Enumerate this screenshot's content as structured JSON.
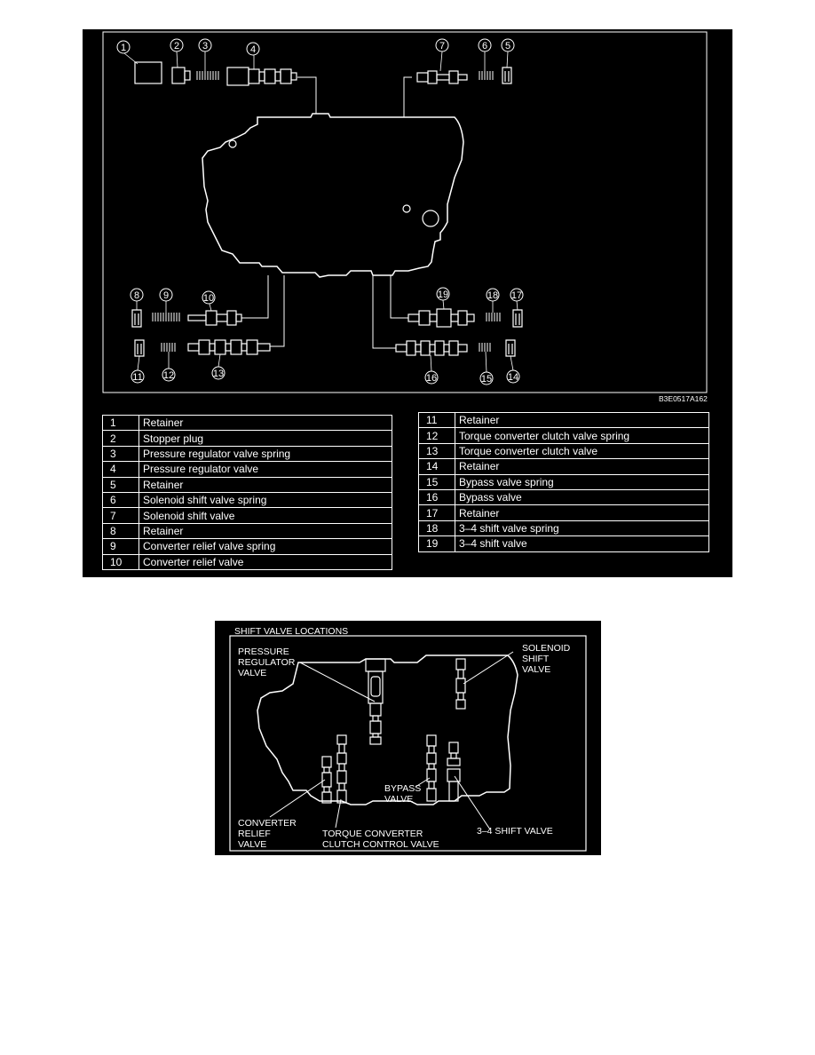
{
  "figure_code": "B3E0517A162",
  "callouts": [
    "1",
    "2",
    "3",
    "4",
    "5",
    "6",
    "7",
    "8",
    "9",
    "10",
    "11",
    "12",
    "13",
    "14",
    "15",
    "16",
    "17",
    "18",
    "19"
  ],
  "legend_left": [
    {
      "num": "1",
      "label": "Retainer"
    },
    {
      "num": "2",
      "label": "Stopper plug"
    },
    {
      "num": "3",
      "label": "Pressure regulator valve spring"
    },
    {
      "num": "4",
      "label": "Pressure regulator valve"
    },
    {
      "num": "5",
      "label": "Retainer"
    },
    {
      "num": "6",
      "label": "Solenoid shift valve spring"
    },
    {
      "num": "7",
      "label": "Solenoid shift valve"
    },
    {
      "num": "8",
      "label": "Retainer"
    },
    {
      "num": "9",
      "label": "Converter relief valve spring"
    },
    {
      "num": "10",
      "label": "Converter relief valve"
    }
  ],
  "legend_right": [
    {
      "num": "11",
      "label": "Retainer"
    },
    {
      "num": "12",
      "label": "Torque converter clutch valve spring"
    },
    {
      "num": "13",
      "label": "Torque converter clutch valve"
    },
    {
      "num": "14",
      "label": "Retainer"
    },
    {
      "num": "15",
      "label": "Bypass valve spring"
    },
    {
      "num": "16",
      "label": "Bypass valve"
    },
    {
      "num": "17",
      "label": "Retainer"
    },
    {
      "num": "18",
      "label": "3–4 shift valve spring"
    },
    {
      "num": "19",
      "label": "3–4 shift valve"
    }
  ],
  "locations": {
    "title": "SHIFT VALVE LOCATIONS",
    "pressure_regulator": [
      "PRESSURE",
      "REGULATOR",
      "VALVE"
    ],
    "solenoid_shift": [
      "SOLENOID",
      "SHIFT",
      "VALVE"
    ],
    "bypass": [
      "BYPASS",
      "VALVE"
    ],
    "converter_relief": [
      "CONVERTER",
      "RELIEF",
      "VALVE"
    ],
    "tcc_control": [
      "TORQUE CONVERTER",
      "CLUTCH CONTROL VALVE"
    ],
    "shift_34": "3–4 SHIFT VALVE"
  }
}
